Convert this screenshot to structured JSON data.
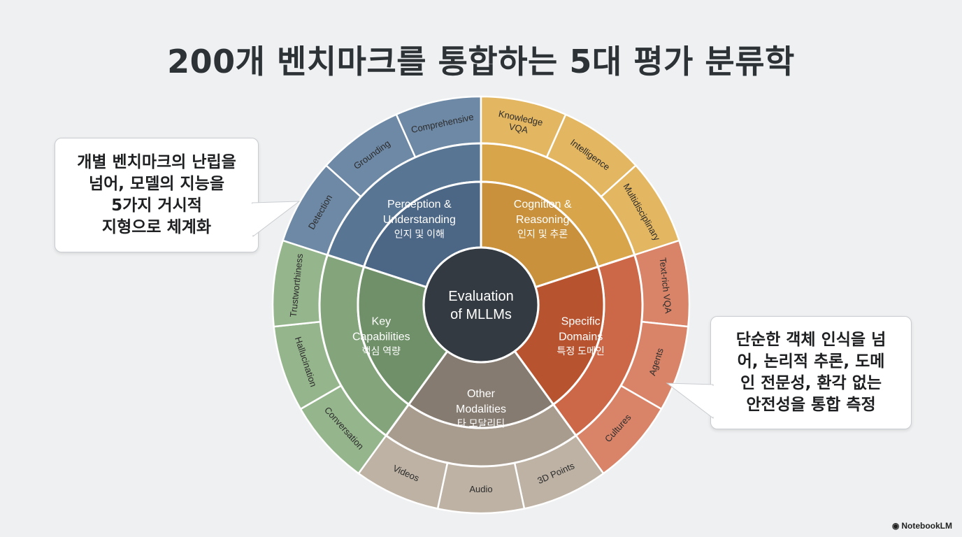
{
  "title": "200개 벤치마크를 통합하는 5대 평가 분류학",
  "center": {
    "line1": "Evaluation",
    "line2": "of MLLMs",
    "color": "#333a41"
  },
  "categories": [
    {
      "key": "perception",
      "en1": "Perception &",
      "en2": "Understanding",
      "ko": "인지 및 이해",
      "color_outer": "#6e89a6",
      "color_mid": "#587593",
      "color_inner": "#4c6685"
    },
    {
      "key": "cognition",
      "en1": "Cognition &",
      "en2": "Reasoning",
      "ko": "인지 및 추론",
      "color_outer": "#e3b661",
      "color_mid": "#d9a54b",
      "color_inner": "#c9913c"
    },
    {
      "key": "domains",
      "en1": "Specific",
      "en2": "Domains",
      "ko": "특정 도메인",
      "color_outer": "#d98468",
      "color_mid": "#cc6748",
      "color_inner": "#b8532f"
    },
    {
      "key": "modalities",
      "en1": "Other",
      "en2": "Modalities",
      "ko": "타 모달리티",
      "color_outer": "#bdb2a4",
      "color_mid": "#a89c8f",
      "color_inner": "#857b70"
    },
    {
      "key": "capabilities",
      "en1": "Key",
      "en2": "Capabilities",
      "ko": "핵심 역량",
      "color_outer": "#95b58c",
      "color_mid": "#84a57c",
      "color_inner": "#6f9068"
    }
  ],
  "subcategories": [
    "Comprehensive",
    "Knowledge VQA",
    "Intelligence",
    "Multidisciplinary",
    "Text-rich VQA",
    "Agents",
    "Cultures",
    "3D Points",
    "Audio",
    "Videos",
    "Conversation",
    "Hallucination",
    "Trustworthiness",
    "Detection",
    "Grounding"
  ],
  "callouts": {
    "left": "개별 벤치마크의 난립을\n넘어, 모델의 지능을\n5가지 거시적\n지형으로 체계화",
    "right": "단순한 객체 인식을 넘\n어, 논리적 추론, 도메\n인 전문성, 환각 없는\n안전성을 통합 측정"
  },
  "brand": "NotebookLM"
}
